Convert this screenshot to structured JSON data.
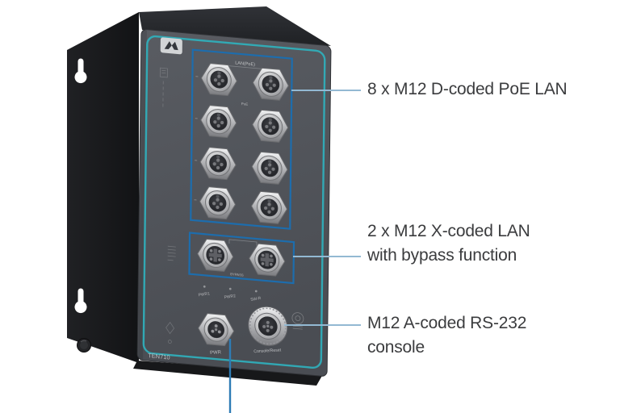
{
  "colors": {
    "port_outline_blue": "#1d6dad",
    "leader_line_blue": "#93b9d3",
    "panel_teal": "#2fb3bf",
    "callout_text": "#3b3c3e"
  },
  "device": {
    "model": "TEN710",
    "poe_group": {
      "port_count": 8,
      "label_top": "LAN(PoE)",
      "label_bottom": "PoE"
    },
    "bypass_group": {
      "port_count": 2,
      "label": "BYPASS"
    },
    "led_labels": [
      "PWR1",
      "PWR2",
      "SW-R"
    ],
    "power_port_label": "PWR",
    "console_port_label": "Console/Reset"
  },
  "callouts": [
    {
      "lines": [
        "8 x M12 D-coded PoE LAN"
      ]
    },
    {
      "lines": [
        "2 x M12 X-coded LAN",
        "with bypass function"
      ]
    },
    {
      "lines": [
        "M12 A-coded RS-232",
        "console"
      ]
    }
  ]
}
